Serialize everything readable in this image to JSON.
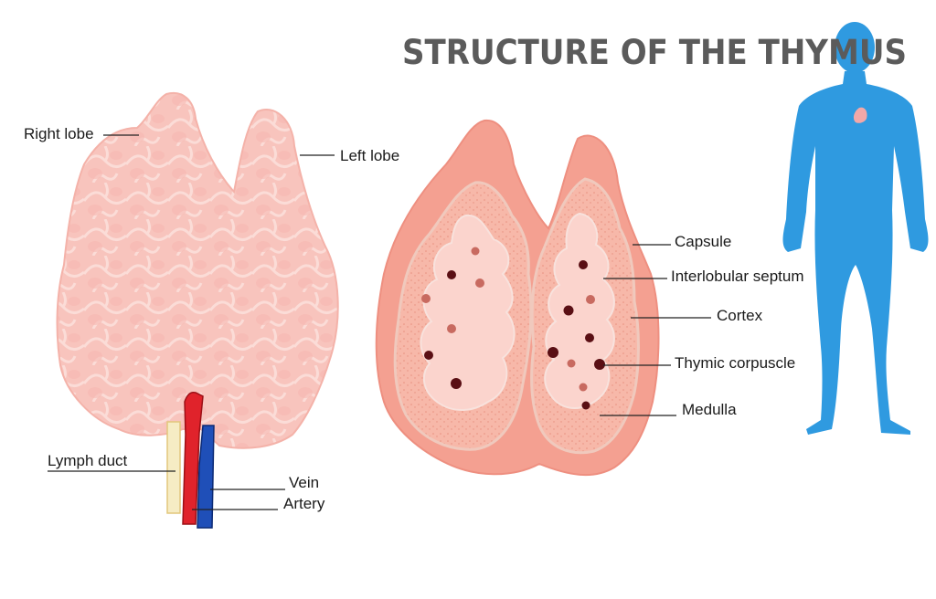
{
  "title": "STRUCTURE OF THE THYMUS",
  "labels": {
    "right_lobe": "Right lobe",
    "left_lobe": "Left lobe",
    "lymph_duct": "Lymph duct",
    "vein": "Vein",
    "artery": "Artery",
    "capsule": "Capsule",
    "interlobular_septum": "Interlobular septum",
    "cortex": "Cortex",
    "thymic_corpuscle": "Thymic corpuscle",
    "medulla": "Medulla"
  },
  "colors": {
    "thymus_pink": "#f8c7c0",
    "section_outer": "#f29a8c",
    "cortex_fill": "#f7b5a6",
    "medulla_fill": "#fbd6d0",
    "corpuscle": "#5a0f14",
    "vein": "#1f4fb8",
    "artery": "#e0232b",
    "lymph_duct": "#f7e9b0",
    "human_silhouette": "#2f9ae0"
  }
}
